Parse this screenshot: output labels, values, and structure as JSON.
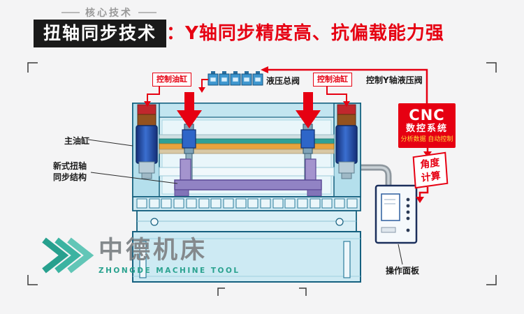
{
  "header": {
    "tagline": "核心技术",
    "title": "扭轴同步技术",
    "subtitle": "：Y轴同步精度高、抗偏载能力强"
  },
  "diagram": {
    "control_cylinder_left": "控制油缸",
    "control_cylinder_right": "控制油缸",
    "hydraulic_main_valve": "液压总阀",
    "control_y_valve": "控制Y轴液压阀",
    "main_cylinder": "主油缸",
    "torsion_label_line1": "新式扭轴",
    "torsion_label_line2": "同步结构",
    "angle_box_line1": "角度",
    "angle_box_line2": "计算",
    "operation_panel": "操作面板",
    "cnc": {
      "name": "CNC",
      "system": "数控系统",
      "desc": "分析数据 自动控制"
    }
  },
  "logo": {
    "name": "中德机床",
    "subtitle": "ZHONGDE MACHINE TOOL"
  },
  "colors": {
    "accent_red": "#e60012",
    "title_bg": "#1a1a1a",
    "machine_fill": "#cdeaf3",
    "machine_outline": "#15607f",
    "teal": "#2ba393",
    "purple": "#9183c4",
    "orange": "#e8a33d",
    "cnc_yellow": "#ffdf3c"
  }
}
